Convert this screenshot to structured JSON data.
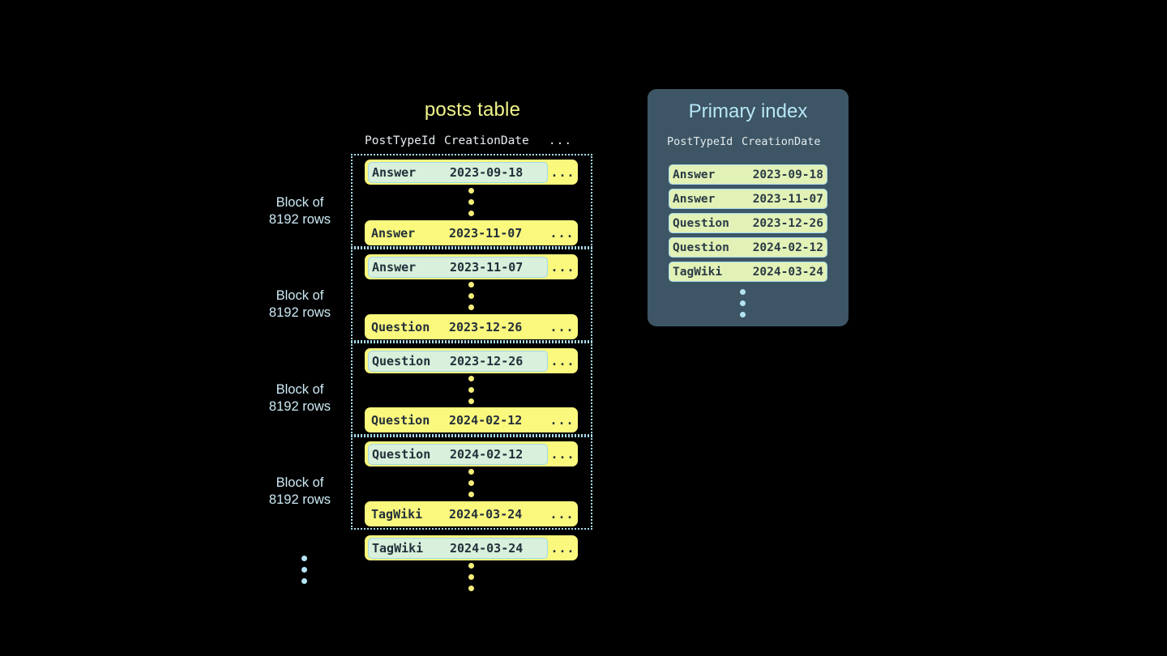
{
  "posts_table": {
    "title": "posts table",
    "columns": {
      "post_type_id": "PostTypeId",
      "creation_date": "CreationDate",
      "more": "..."
    },
    "block_label_line1": "Block of",
    "block_label_line2": "8192 rows",
    "blocks": [
      {
        "label_line1": "Block of",
        "label_line2": "8192 rows",
        "first_row": {
          "type": "Answer",
          "date": "2023-09-18",
          "more": "...",
          "highlighted": true
        },
        "last_row": {
          "type": "Answer",
          "date": "2023-11-07",
          "more": "...",
          "highlighted": false
        }
      },
      {
        "label_line1": "Block of",
        "label_line2": "8192 rows",
        "first_row": {
          "type": "Answer",
          "date": "2023-11-07",
          "more": "...",
          "highlighted": true
        },
        "last_row": {
          "type": "Question",
          "date": "2023-12-26",
          "more": "...",
          "highlighted": false
        }
      },
      {
        "label_line1": "Block of",
        "label_line2": "8192 rows",
        "first_row": {
          "type": "Question",
          "date": "2023-12-26",
          "more": "...",
          "highlighted": true
        },
        "last_row": {
          "type": "Question",
          "date": "2024-02-12",
          "more": "...",
          "highlighted": false
        }
      },
      {
        "label_line1": "Block of",
        "label_line2": "8192 rows",
        "first_row": {
          "type": "Question",
          "date": "2024-02-12",
          "more": "...",
          "highlighted": true
        },
        "last_row": {
          "type": "TagWiki",
          "date": "2024-03-24",
          "more": "...",
          "highlighted": false
        }
      }
    ],
    "trailing_row": {
      "type": "TagWiki",
      "date": "2024-03-24",
      "more": "...",
      "highlighted": true
    }
  },
  "primary_index": {
    "title": "Primary index",
    "columns": {
      "post_type_id": "PostTypeId",
      "creation_date": "CreationDate"
    },
    "rows": [
      {
        "type": "Answer",
        "date": "2023-09-18"
      },
      {
        "type": "Answer",
        "date": "2023-11-07"
      },
      {
        "type": "Question",
        "date": "2023-12-26"
      },
      {
        "type": "Question",
        "date": "2024-02-12"
      },
      {
        "type": "TagWiki",
        "date": "2024-03-24"
      }
    ]
  },
  "colors": {
    "background": "#000000",
    "row_yellow": "#fbf87e",
    "highlight_mint": "#d8f0dc",
    "highlight_border": "#9fd9ea",
    "block_border": "#a9dcef",
    "label_blue": "#cdeaf6",
    "title_yellow": "#f2f58a",
    "panel_slate": "#3d5564",
    "index_row_green": "#e2f1b6",
    "dot_yellow": "#f5ef7a",
    "dot_blue": "#b4e4f4"
  }
}
